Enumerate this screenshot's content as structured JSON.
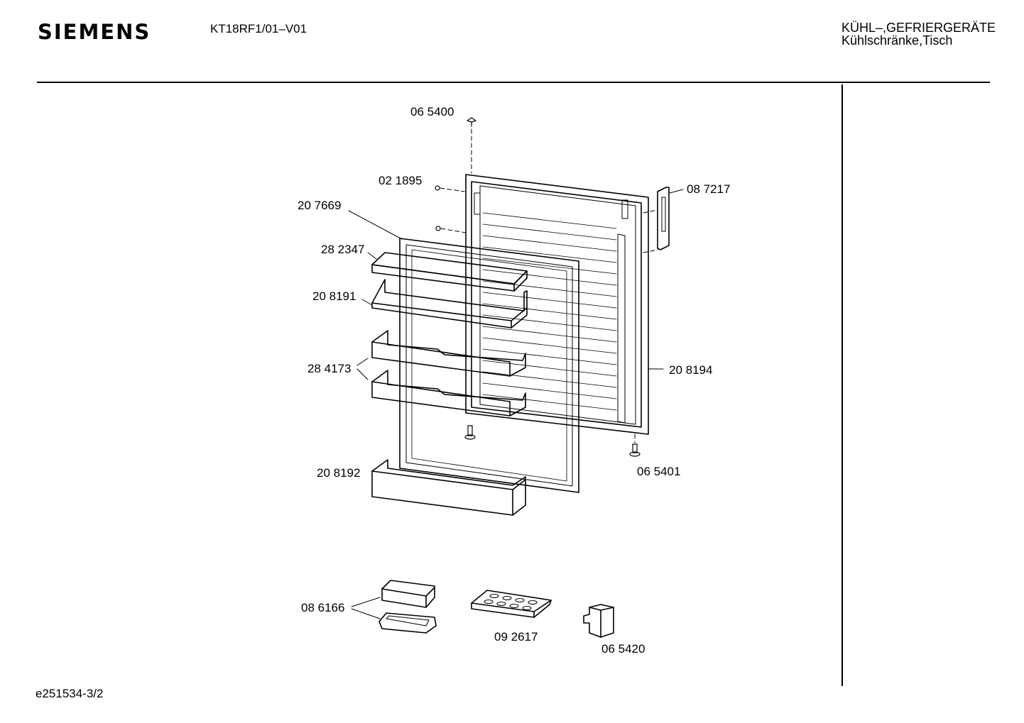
{
  "header": {
    "brand": "SIEMENS",
    "model": "KT18RF1/01–V01",
    "category_line1": "KÜHL–,GEFRIERGERÄTE",
    "category_line2": "Kühlschränke,Tisch"
  },
  "footer": {
    "drawing_id": "e251534-3/2"
  },
  "parts": [
    {
      "label": "06 5400"
    },
    {
      "label": "02 1895"
    },
    {
      "label": "20 7669"
    },
    {
      "label": "28 2347"
    },
    {
      "label": "20 8191"
    },
    {
      "label": "08 7217"
    },
    {
      "label": "28 4173"
    },
    {
      "label": "20 8194"
    },
    {
      "label": "20 8192"
    },
    {
      "label": "06 5401"
    },
    {
      "label": "08 6166"
    },
    {
      "label": "09 2617"
    },
    {
      "label": "06 5420"
    }
  ]
}
